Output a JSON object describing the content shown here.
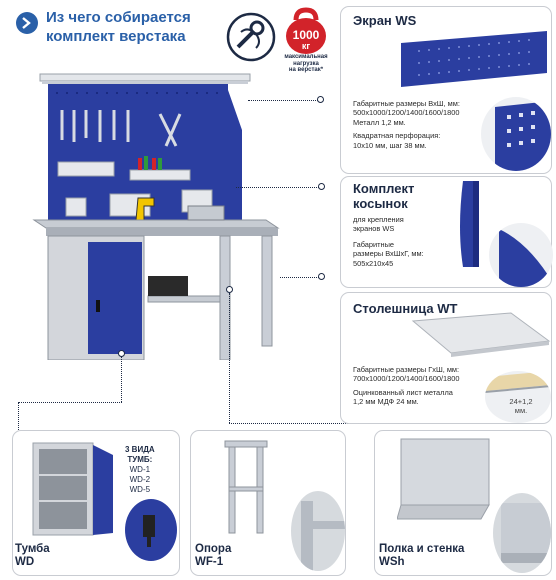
{
  "header": {
    "title_line1": "Из чего собирается",
    "title_line2": "комплект верстака",
    "icon_gear": "wrench-gear-icon",
    "weight_badge": {
      "value": "1000",
      "unit": "кг",
      "caption_line1": "максимальная",
      "caption_line2": "нагрузка",
      "caption_line3": "на верстак*"
    }
  },
  "cards": {
    "screen": {
      "title": "Экран WS",
      "spec_line1": "Габаритные размеры ВхШ, мм:",
      "spec_line2": "500х1000/1200/1400/1600/1800",
      "spec_line3": "Металл 1,2 мм.",
      "spec_line4": "Квадратная перфорация:",
      "spec_line5": "10х10 мм, шаг 38 мм."
    },
    "gussets": {
      "title_line1": "Комплект",
      "title_line2": "косынок",
      "desc_line1": "для крепления",
      "desc_line2": "экранов WS",
      "spec_line1": "Габаритные",
      "spec_line2": "размеры ВхШхГ, мм:",
      "spec_line3": "505х210х45"
    },
    "tabletop": {
      "title": "Столешница WT",
      "spec_line1": "Габаритные размеры ГхШ, мм:",
      "spec_line2": "700х1000/1200/1400/1600/1800",
      "spec_line3": "Оцинкованный лист металла",
      "spec_line4": "1,2 мм МДФ 24 мм.",
      "thickness_line1": "24+1,2",
      "thickness_line2": "мм."
    },
    "cabinet": {
      "types_line1": "3 ВИДА",
      "types_line2": "ТУМБ:",
      "types": [
        "WD-1",
        "WD-2",
        "WD-5"
      ],
      "label_line1": "Тумба",
      "label_line2": "WD"
    },
    "support": {
      "label_line1": "Опора",
      "label_line2": "WF-1"
    },
    "shelf": {
      "label_line1": "Полка и стенка",
      "label_line2": "WSh"
    }
  },
  "colors": {
    "brand_blue": "#2b3ea0",
    "title_blue": "#2a60a8",
    "red": "#d2232a",
    "gray": "#b9bdc4"
  }
}
